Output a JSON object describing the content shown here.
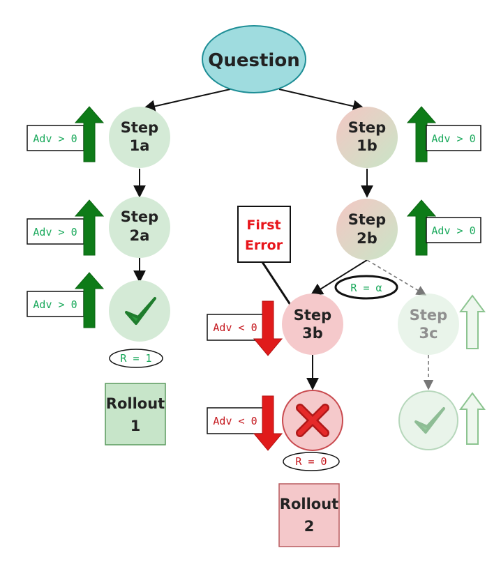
{
  "nodes": {
    "question": "Question",
    "step_1a": [
      "Step",
      "1a"
    ],
    "step_2a": [
      "Step",
      "2a"
    ],
    "step_1b": [
      "Step",
      "1b"
    ],
    "step_2b": [
      "Step",
      "2b"
    ],
    "step_3b": [
      "Step",
      "3b"
    ],
    "step_3c": [
      "Step",
      "3c"
    ]
  },
  "rollouts": {
    "rollout_1": [
      "Rollout",
      "1"
    ],
    "rollout_2": [
      "Rollout",
      "2"
    ]
  },
  "advantage": {
    "positive": "Adv > 0",
    "negative": "Adv < 0"
  },
  "rewards": {
    "rollout_1": "R = 1",
    "rollout_2": "R = 0",
    "branch": "R = α"
  },
  "callout": [
    "First",
    "Error"
  ],
  "colors": {
    "question_fill": "#9fdcdf",
    "correct_fill": "#d4ead6",
    "wrong_fill": "#f5c9cb",
    "green_arrow": "#0e7b18",
    "red_arrow": "#e01b1b",
    "adv_positive_text": "#18a85a",
    "adv_negative_text": "#c4161c",
    "rollout_1_fill": "#c7e5c9",
    "rollout_2_fill": "#f4c8ca"
  },
  "icons": {
    "correct": "check-icon",
    "wrong": "cross-icon"
  }
}
